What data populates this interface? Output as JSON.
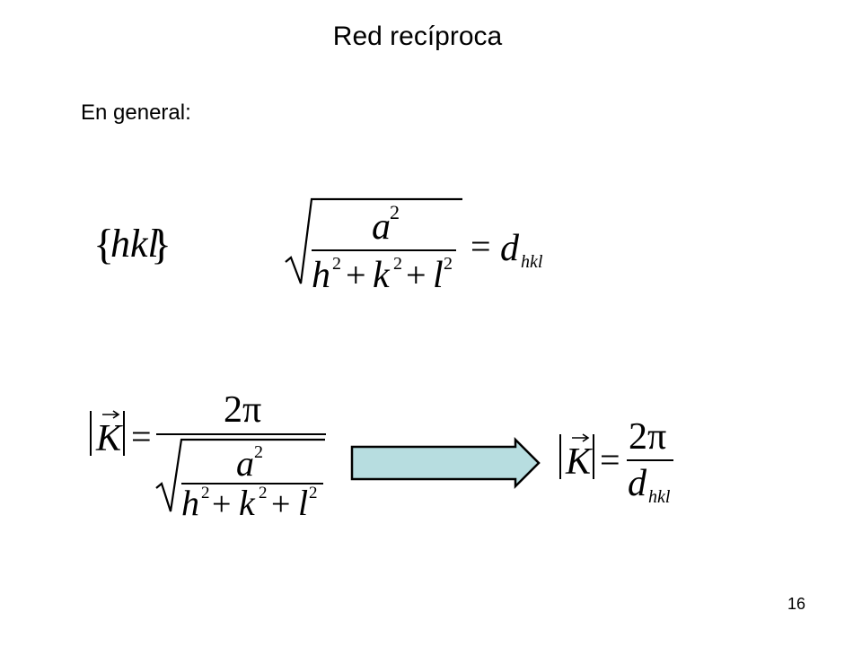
{
  "slide": {
    "title": "Red recíproca",
    "intro": "En general:",
    "page_number": "16"
  },
  "math": {
    "set_label": "hkl",
    "lattice_param": "a",
    "exponent": "2",
    "index_h": "h",
    "index_k": "k",
    "index_l": "l",
    "plus": "+",
    "equals": "=",
    "spacing_symbol": "d",
    "spacing_subscript": "hkl",
    "vector_symbol": "K",
    "numerator": "2π"
  },
  "colors": {
    "arrow_fill": "#b7dde0",
    "arrow_stroke": "#000000"
  }
}
